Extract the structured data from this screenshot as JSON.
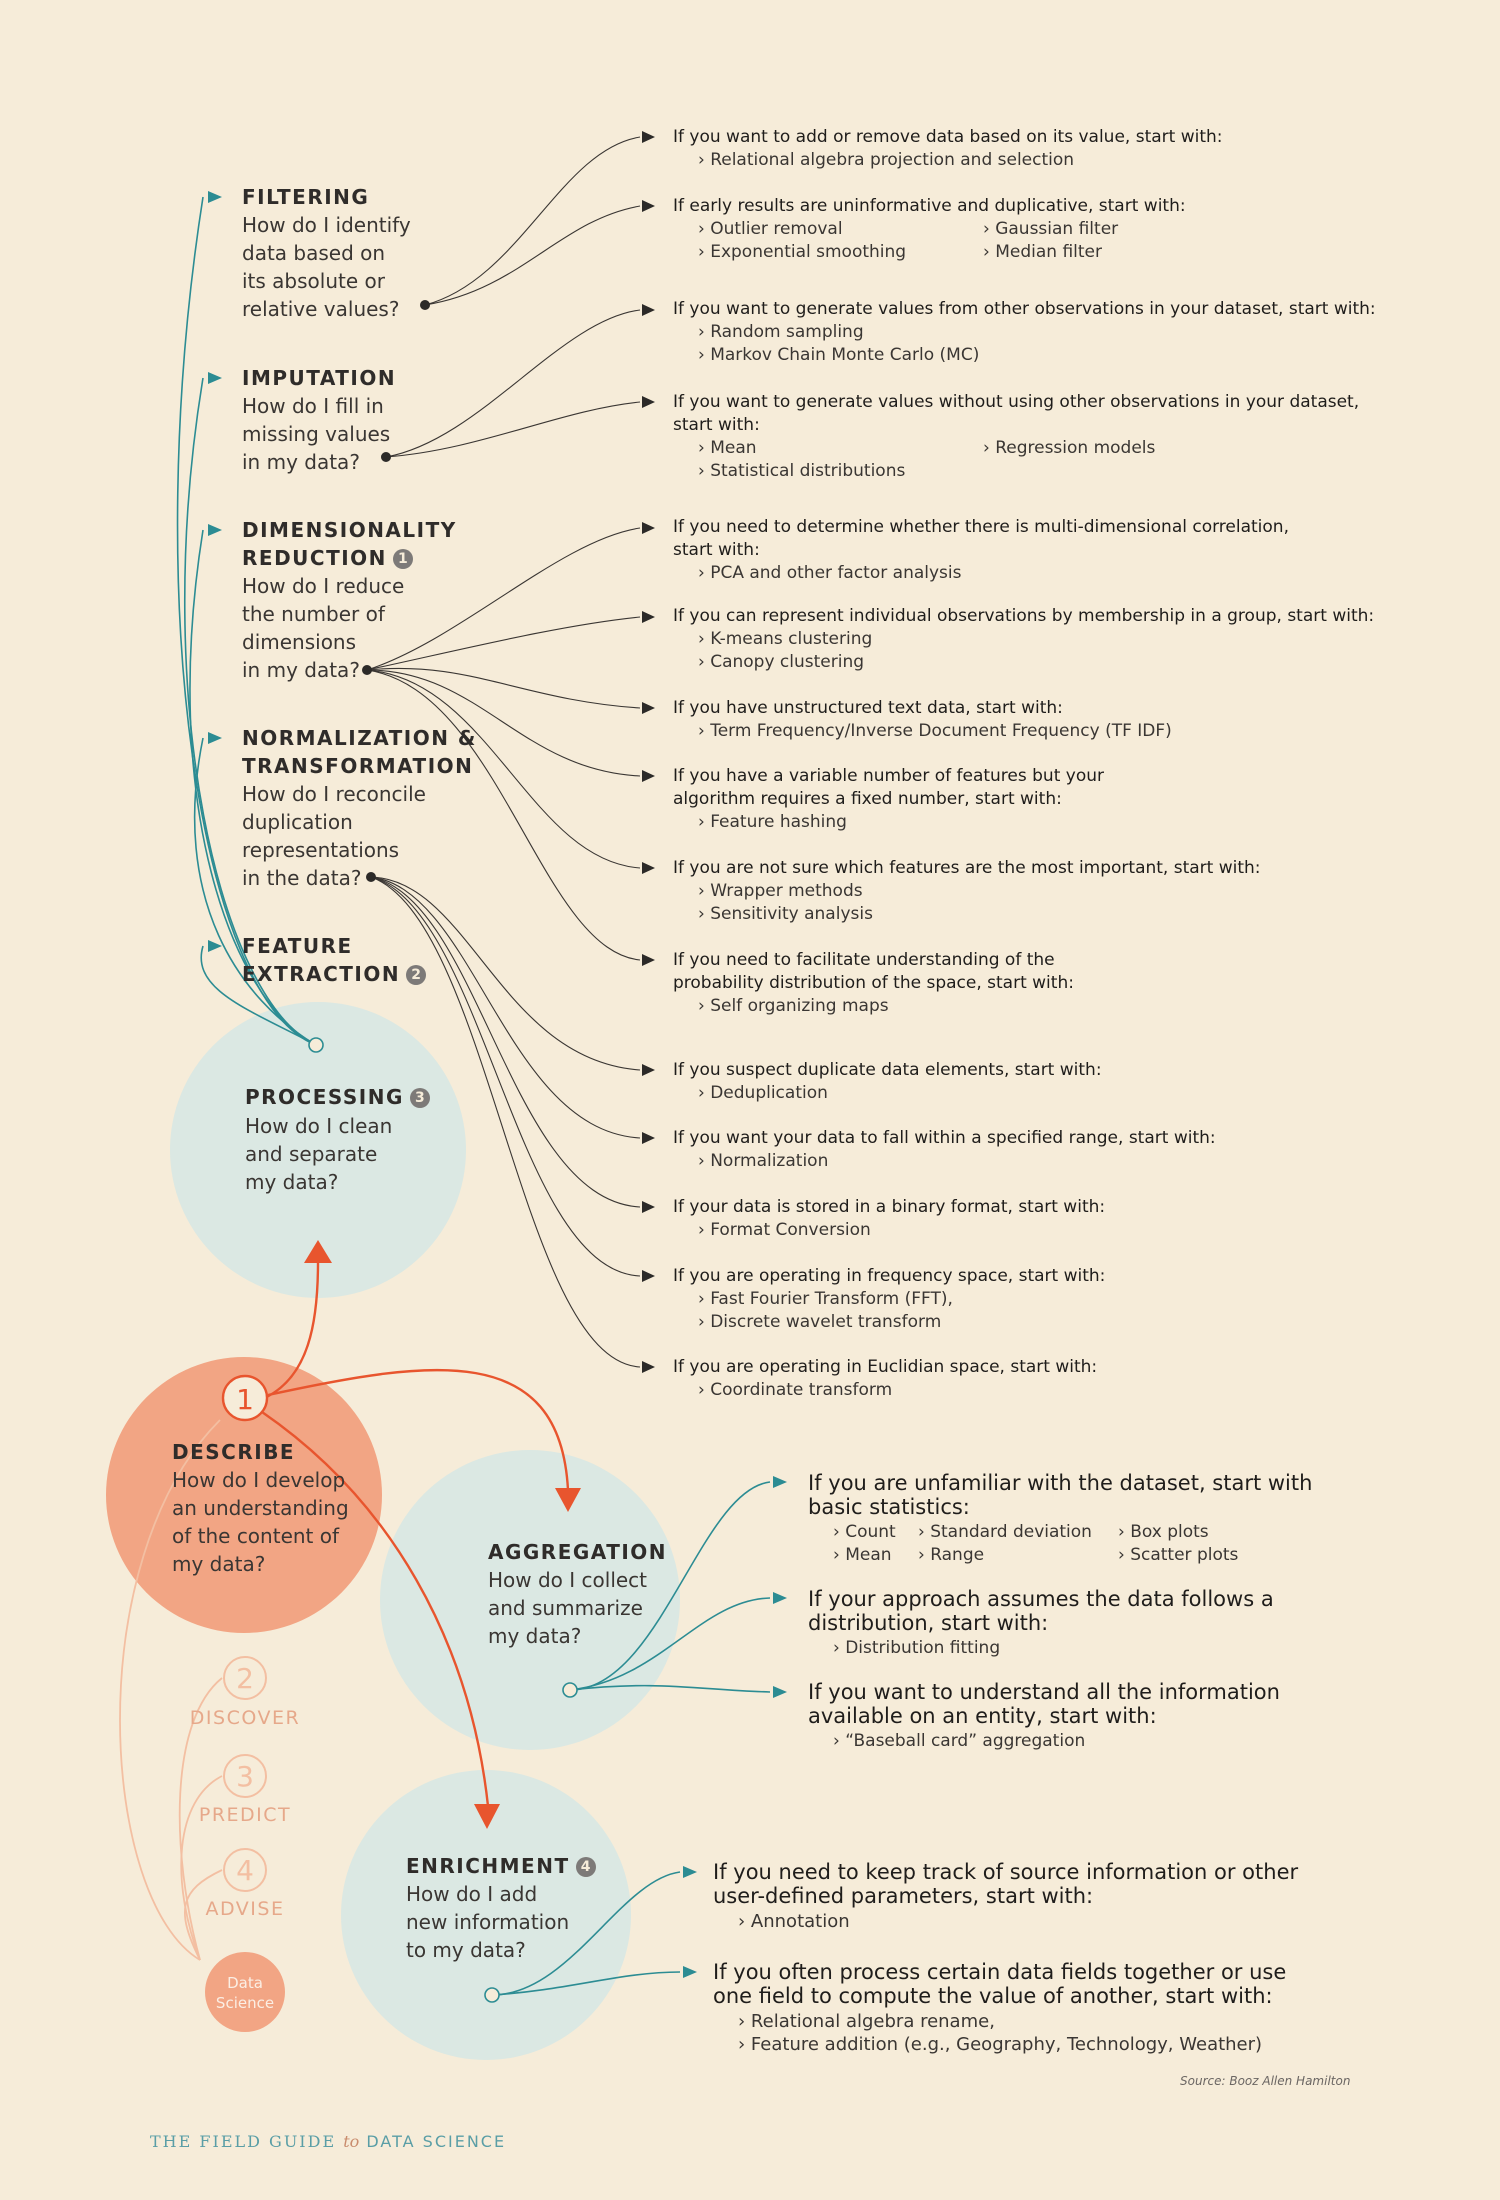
{
  "colors": {
    "teal": "#2c8c93",
    "orange": "#e8552e",
    "describe_fill": "#f2a584",
    "bubble_fill": "#d6e7e4",
    "muted_orange": "#f3bfa2",
    "text": "#2f2c2a"
  },
  "left_nodes": {
    "filtering": {
      "title": "FILTERING",
      "question": [
        "How do I identify",
        "data based on",
        "its absolute or",
        "relative values?"
      ]
    },
    "imputation": {
      "title": "IMPUTATION",
      "question": [
        "How do I fill in",
        "missing values",
        "in my data?"
      ]
    },
    "dimensionality": {
      "title": [
        "DIMENSIONALITY",
        "REDUCTION"
      ],
      "badge": "1",
      "question": [
        "How do I reduce",
        "the number of",
        "dimensions",
        "in my data?"
      ]
    },
    "normalization": {
      "title": [
        "NORMALIZATION &",
        "TRANSFORMATION"
      ],
      "question": [
        "How do I reconcile",
        "duplication",
        "representations",
        "in the data?"
      ]
    },
    "feature_extraction": {
      "title": [
        "FEATURE",
        "EXTRACTION"
      ],
      "badge": "2"
    }
  },
  "processing": {
    "title": "PROCESSING",
    "badge": "3",
    "question": [
      "How do I clean",
      "and separate",
      "my data?"
    ]
  },
  "describe": {
    "number": "1",
    "title": "DESCRIBE",
    "question": [
      "How do I develop",
      "an understanding",
      "of the content of",
      "my data?"
    ]
  },
  "aggregation": {
    "title": "AGGREGATION",
    "question": [
      "How do I collect",
      "and summarize",
      "my data?"
    ]
  },
  "enrichment": {
    "title": "ENRICHMENT",
    "badge": "4",
    "question": [
      "How do I add",
      "new information",
      "to my data?"
    ]
  },
  "stages": [
    {
      "number": "2",
      "label": "DISCOVER"
    },
    {
      "number": "3",
      "label": "PREDICT"
    },
    {
      "number": "4",
      "label": "ADVISE"
    }
  ],
  "data_science": [
    "Data",
    "Science"
  ],
  "right": {
    "r1": {
      "q": "If you want to add or remove data based on its value, start with:",
      "items": [
        "Relational algebra projection and selection"
      ]
    },
    "r2": {
      "q": "If early results are uninformative and duplicative, start with:",
      "grid": [
        "Outlier removal",
        "Gaussian filter",
        "Exponential smoothing",
        "Median filter"
      ]
    },
    "r3": {
      "q": "If you want to generate values from other observations in your dataset, start with:",
      "items": [
        "Random sampling",
        "Markov Chain Monte Carlo (MC)"
      ]
    },
    "r4": {
      "q": [
        "If you want to generate values without using other observations in your dataset,",
        "start with:"
      ],
      "grid": [
        "Mean",
        "Regression models",
        "Statistical distributions",
        ""
      ]
    },
    "r5": {
      "q": [
        "If you need to determine whether there is multi-dimensional correlation,",
        "start with:"
      ],
      "items": [
        "PCA and other factor analysis"
      ]
    },
    "r6": {
      "q": "If you can represent individual observations by membership in a group, start with:",
      "items": [
        "K-means clustering",
        "Canopy clustering"
      ]
    },
    "r7": {
      "q": "If you have unstructured text data, start with:",
      "items": [
        "Term Frequency/Inverse Document Frequency (TF IDF)"
      ]
    },
    "r8": {
      "q": [
        "If you have a variable number of features but your",
        "algorithm requires a fixed number, start with:"
      ],
      "items": [
        "Feature hashing"
      ]
    },
    "r9": {
      "q": "If you are not sure which features are the most important, start with:",
      "items": [
        "Wrapper methods",
        "Sensitivity analysis"
      ]
    },
    "r10": {
      "q": [
        "If you need to facilitate understanding of the",
        "probability distribution of the space, start with:"
      ],
      "items": [
        "Self organizing maps"
      ]
    },
    "r11": {
      "q": "If you suspect duplicate data elements, start with:",
      "items": [
        "Deduplication"
      ]
    },
    "r12": {
      "q": "If you want your data to fall within a specified range, start with:",
      "items": [
        "Normalization"
      ]
    },
    "r13": {
      "q": "If your data is stored in a binary format, start with:",
      "items": [
        "Format Conversion"
      ]
    },
    "r14": {
      "q": "If you are operating in frequency space, start with:",
      "items": [
        "Fast Fourier Transform (FFT),",
        "Discrete wavelet transform"
      ]
    },
    "r15": {
      "q": "If you are operating in Euclidian space, start with:",
      "items": [
        "Coordinate transform"
      ]
    },
    "a1": {
      "q": [
        "If you are unfamiliar with the dataset, start with",
        "basic statistics:"
      ],
      "grid": [
        "Count",
        "Standard deviation",
        "Box plots",
        "Mean",
        "Range",
        "Scatter plots"
      ]
    },
    "a2": {
      "q": [
        "If your approach assumes the data follows a",
        "distribution, start with:"
      ],
      "items": [
        "Distribution fitting"
      ]
    },
    "a3": {
      "q": [
        "If you want to understand all the information",
        "available on an entity, start with:"
      ],
      "items": [
        "“Baseball card” aggregation"
      ]
    },
    "e1": {
      "q": [
        "If you need to keep track of source information or other",
        "user-defined parameters, start with:"
      ],
      "items": [
        "Annotation"
      ]
    },
    "e2": {
      "q": [
        "If you often process certain data fields together or use",
        "one field to compute the value of another, start with:"
      ],
      "items": [
        "Relational algebra rename,",
        "Feature addition (e.g., Geography, Technology, Weather)"
      ]
    }
  },
  "source": "Source: Booz Allen Hamilton",
  "footer": {
    "left": "THE FIELD GUIDE",
    "to": "to",
    "right": "DATA SCIENCE"
  }
}
